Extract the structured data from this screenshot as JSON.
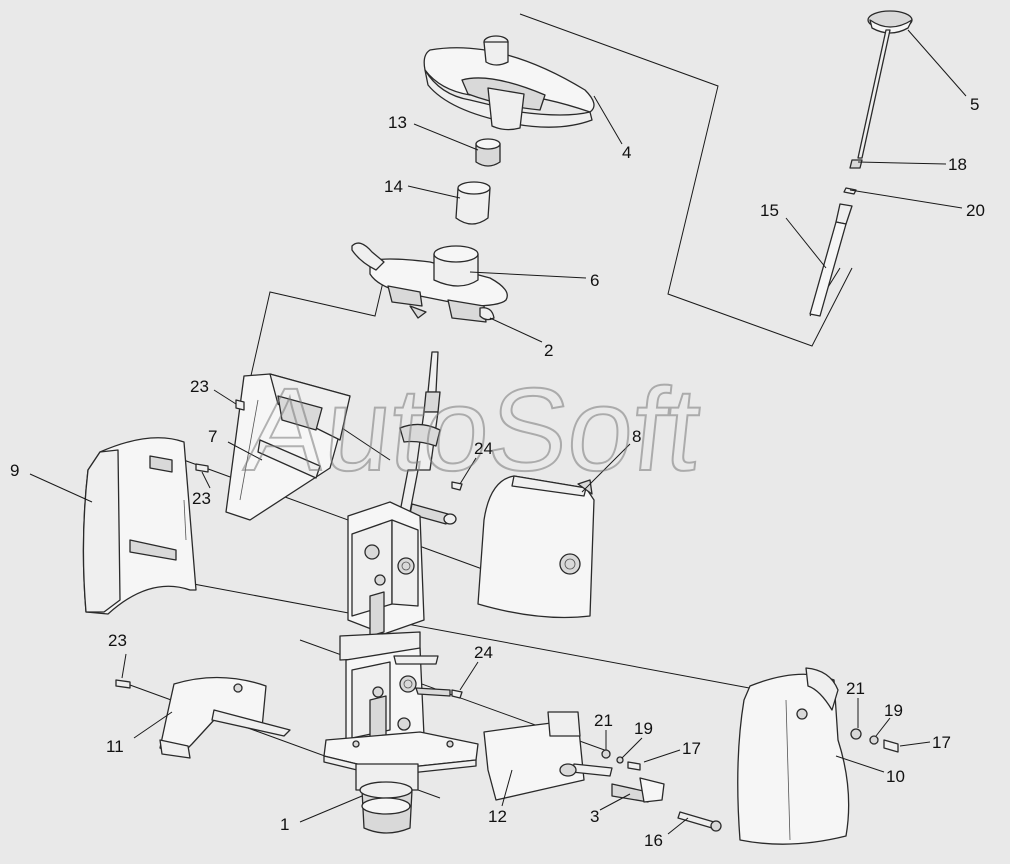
{
  "watermark": "AutoSoft",
  "labels": {
    "l1": "1",
    "l2": "2",
    "l3": "3",
    "l4": "4",
    "l5": "5",
    "l6": "6",
    "l7": "7",
    "l8": "8",
    "l9": "9",
    "l10": "10",
    "l11": "11",
    "l12": "12",
    "l13": "13",
    "l14": "14",
    "l15": "15",
    "l16": "16",
    "l17a": "17",
    "l17b": "17",
    "l18": "18",
    "l19a": "19",
    "l19b": "19",
    "l20": "20",
    "l21a": "21",
    "l21b": "21",
    "l23a": "23",
    "l23b": "23",
    "l23c": "23",
    "l24a": "24",
    "l24b": "24"
  }
}
